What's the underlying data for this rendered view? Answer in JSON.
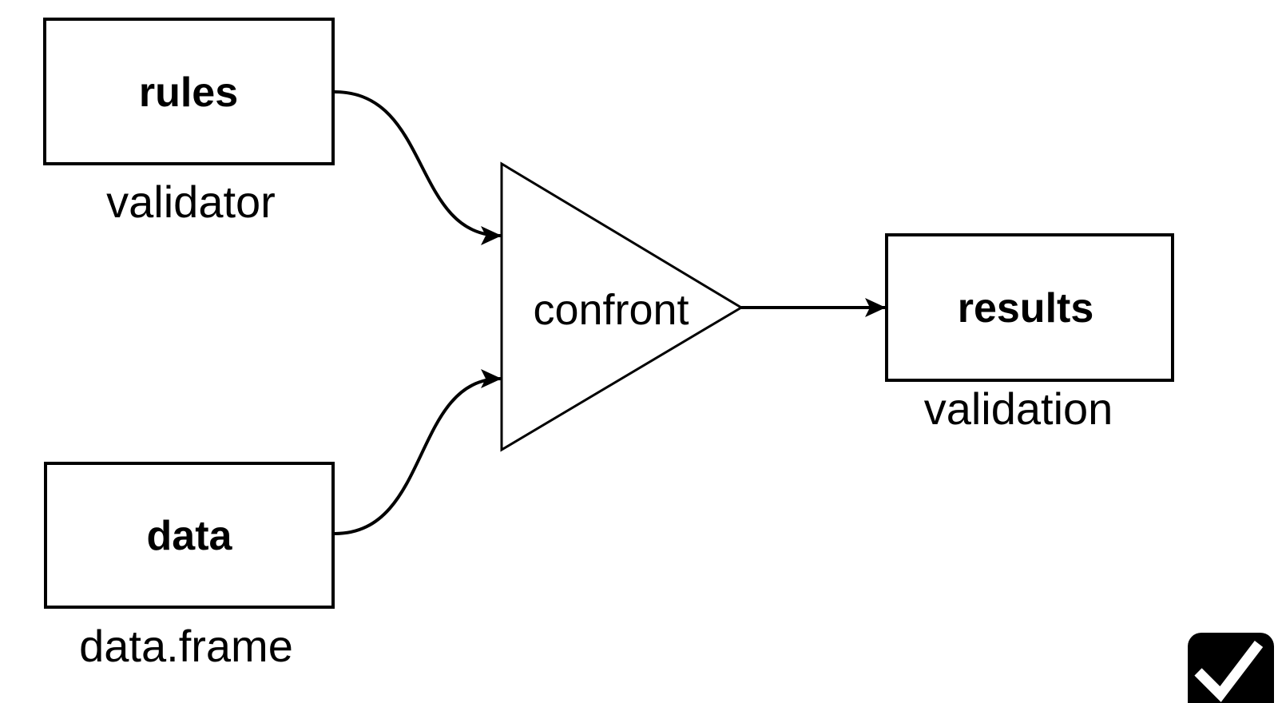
{
  "diagram": {
    "background_color": "#ffffff",
    "line_color": "#000000",
    "nodes": {
      "rules": {
        "title": "rules",
        "sublabel": "validator"
      },
      "data": {
        "title": "data",
        "sublabel": "data.frame"
      },
      "confront": {
        "label": "confront"
      },
      "results": {
        "title": "results",
        "sublabel": "validation"
      }
    },
    "edges": [
      {
        "from": "rules",
        "to": "confront",
        "style": "curved-arrow"
      },
      {
        "from": "data",
        "to": "confront",
        "style": "curved-arrow"
      },
      {
        "from": "confront",
        "to": "results",
        "style": "straight-arrow"
      }
    ],
    "badge": {
      "icon": "checkmark",
      "background_color": "#000000",
      "check_color": "#ffffff"
    }
  }
}
